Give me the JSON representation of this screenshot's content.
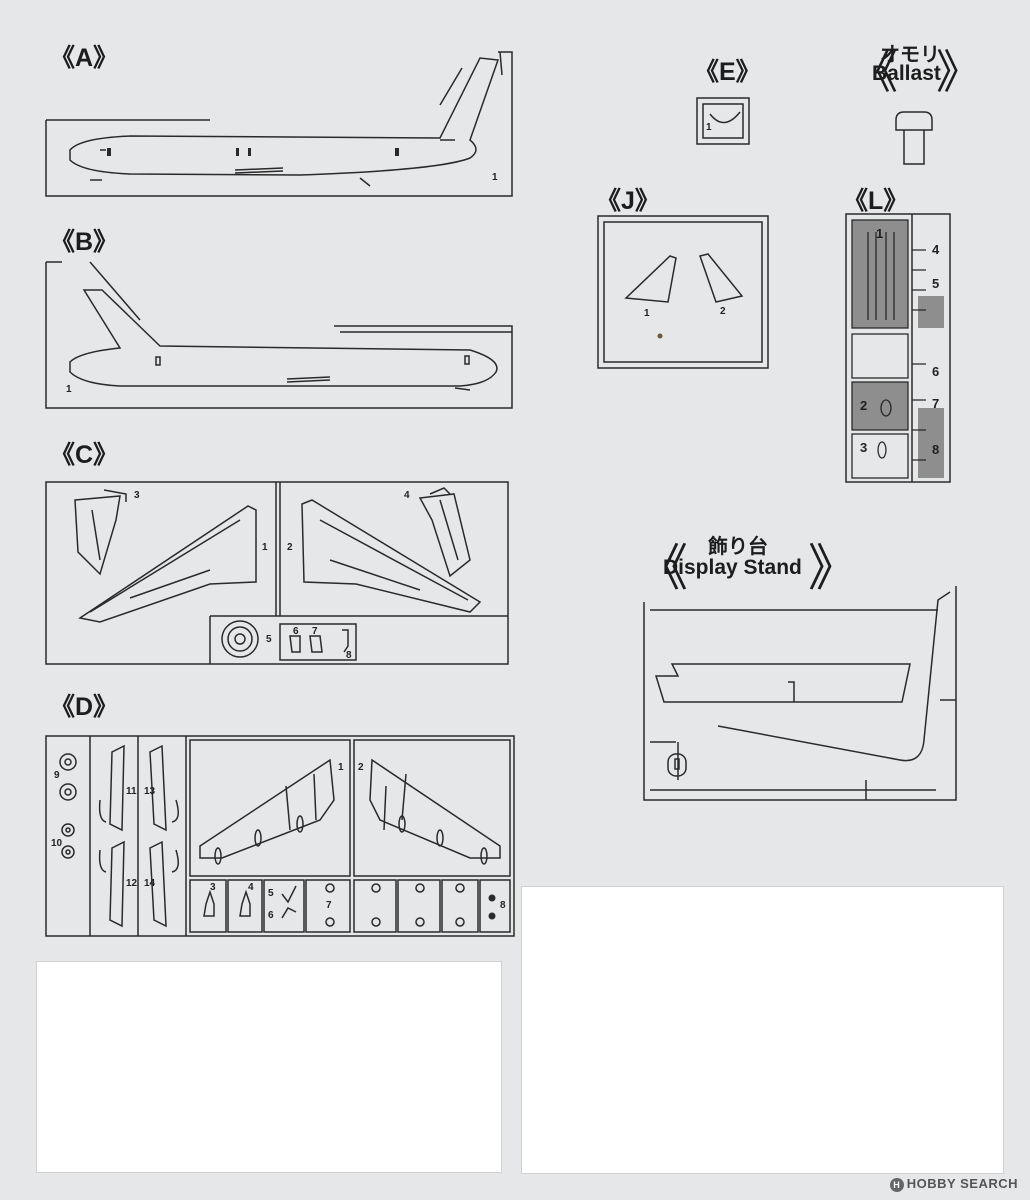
{
  "sections": {
    "A": {
      "label": "《A》"
    },
    "B": {
      "label": "《B》"
    },
    "C": {
      "label": "《C》"
    },
    "D": {
      "label": "《D》"
    },
    "E": {
      "label": "《E》"
    },
    "J": {
      "label": "《J》"
    },
    "L": {
      "label": "《L》"
    },
    "ballast": {
      "label_jp": "オモリ",
      "label_en": "Ballast",
      "bracket_l": "《",
      "bracket_r": "》"
    },
    "stand": {
      "label_jp": "飾り台",
      "label_en": "Display Stand",
      "bracket_l": "《",
      "bracket_r": "》"
    }
  },
  "part_numbers": {
    "A": [
      "1"
    ],
    "B": [
      "1"
    ],
    "C": [
      "1",
      "2",
      "3",
      "4",
      "5",
      "6",
      "7",
      "8"
    ],
    "D": [
      "1",
      "2",
      "3",
      "4",
      "5",
      "6",
      "7",
      "8",
      "9",
      "10",
      "11",
      "12",
      "13",
      "14"
    ],
    "E": [
      "1"
    ],
    "J": [
      "1",
      "2"
    ],
    "L": [
      "1",
      "2",
      "3",
      "4",
      "5",
      "6",
      "7",
      "8"
    ]
  },
  "watermark": {
    "logo": "H",
    "text": "HOBBY SEARCH"
  }
}
